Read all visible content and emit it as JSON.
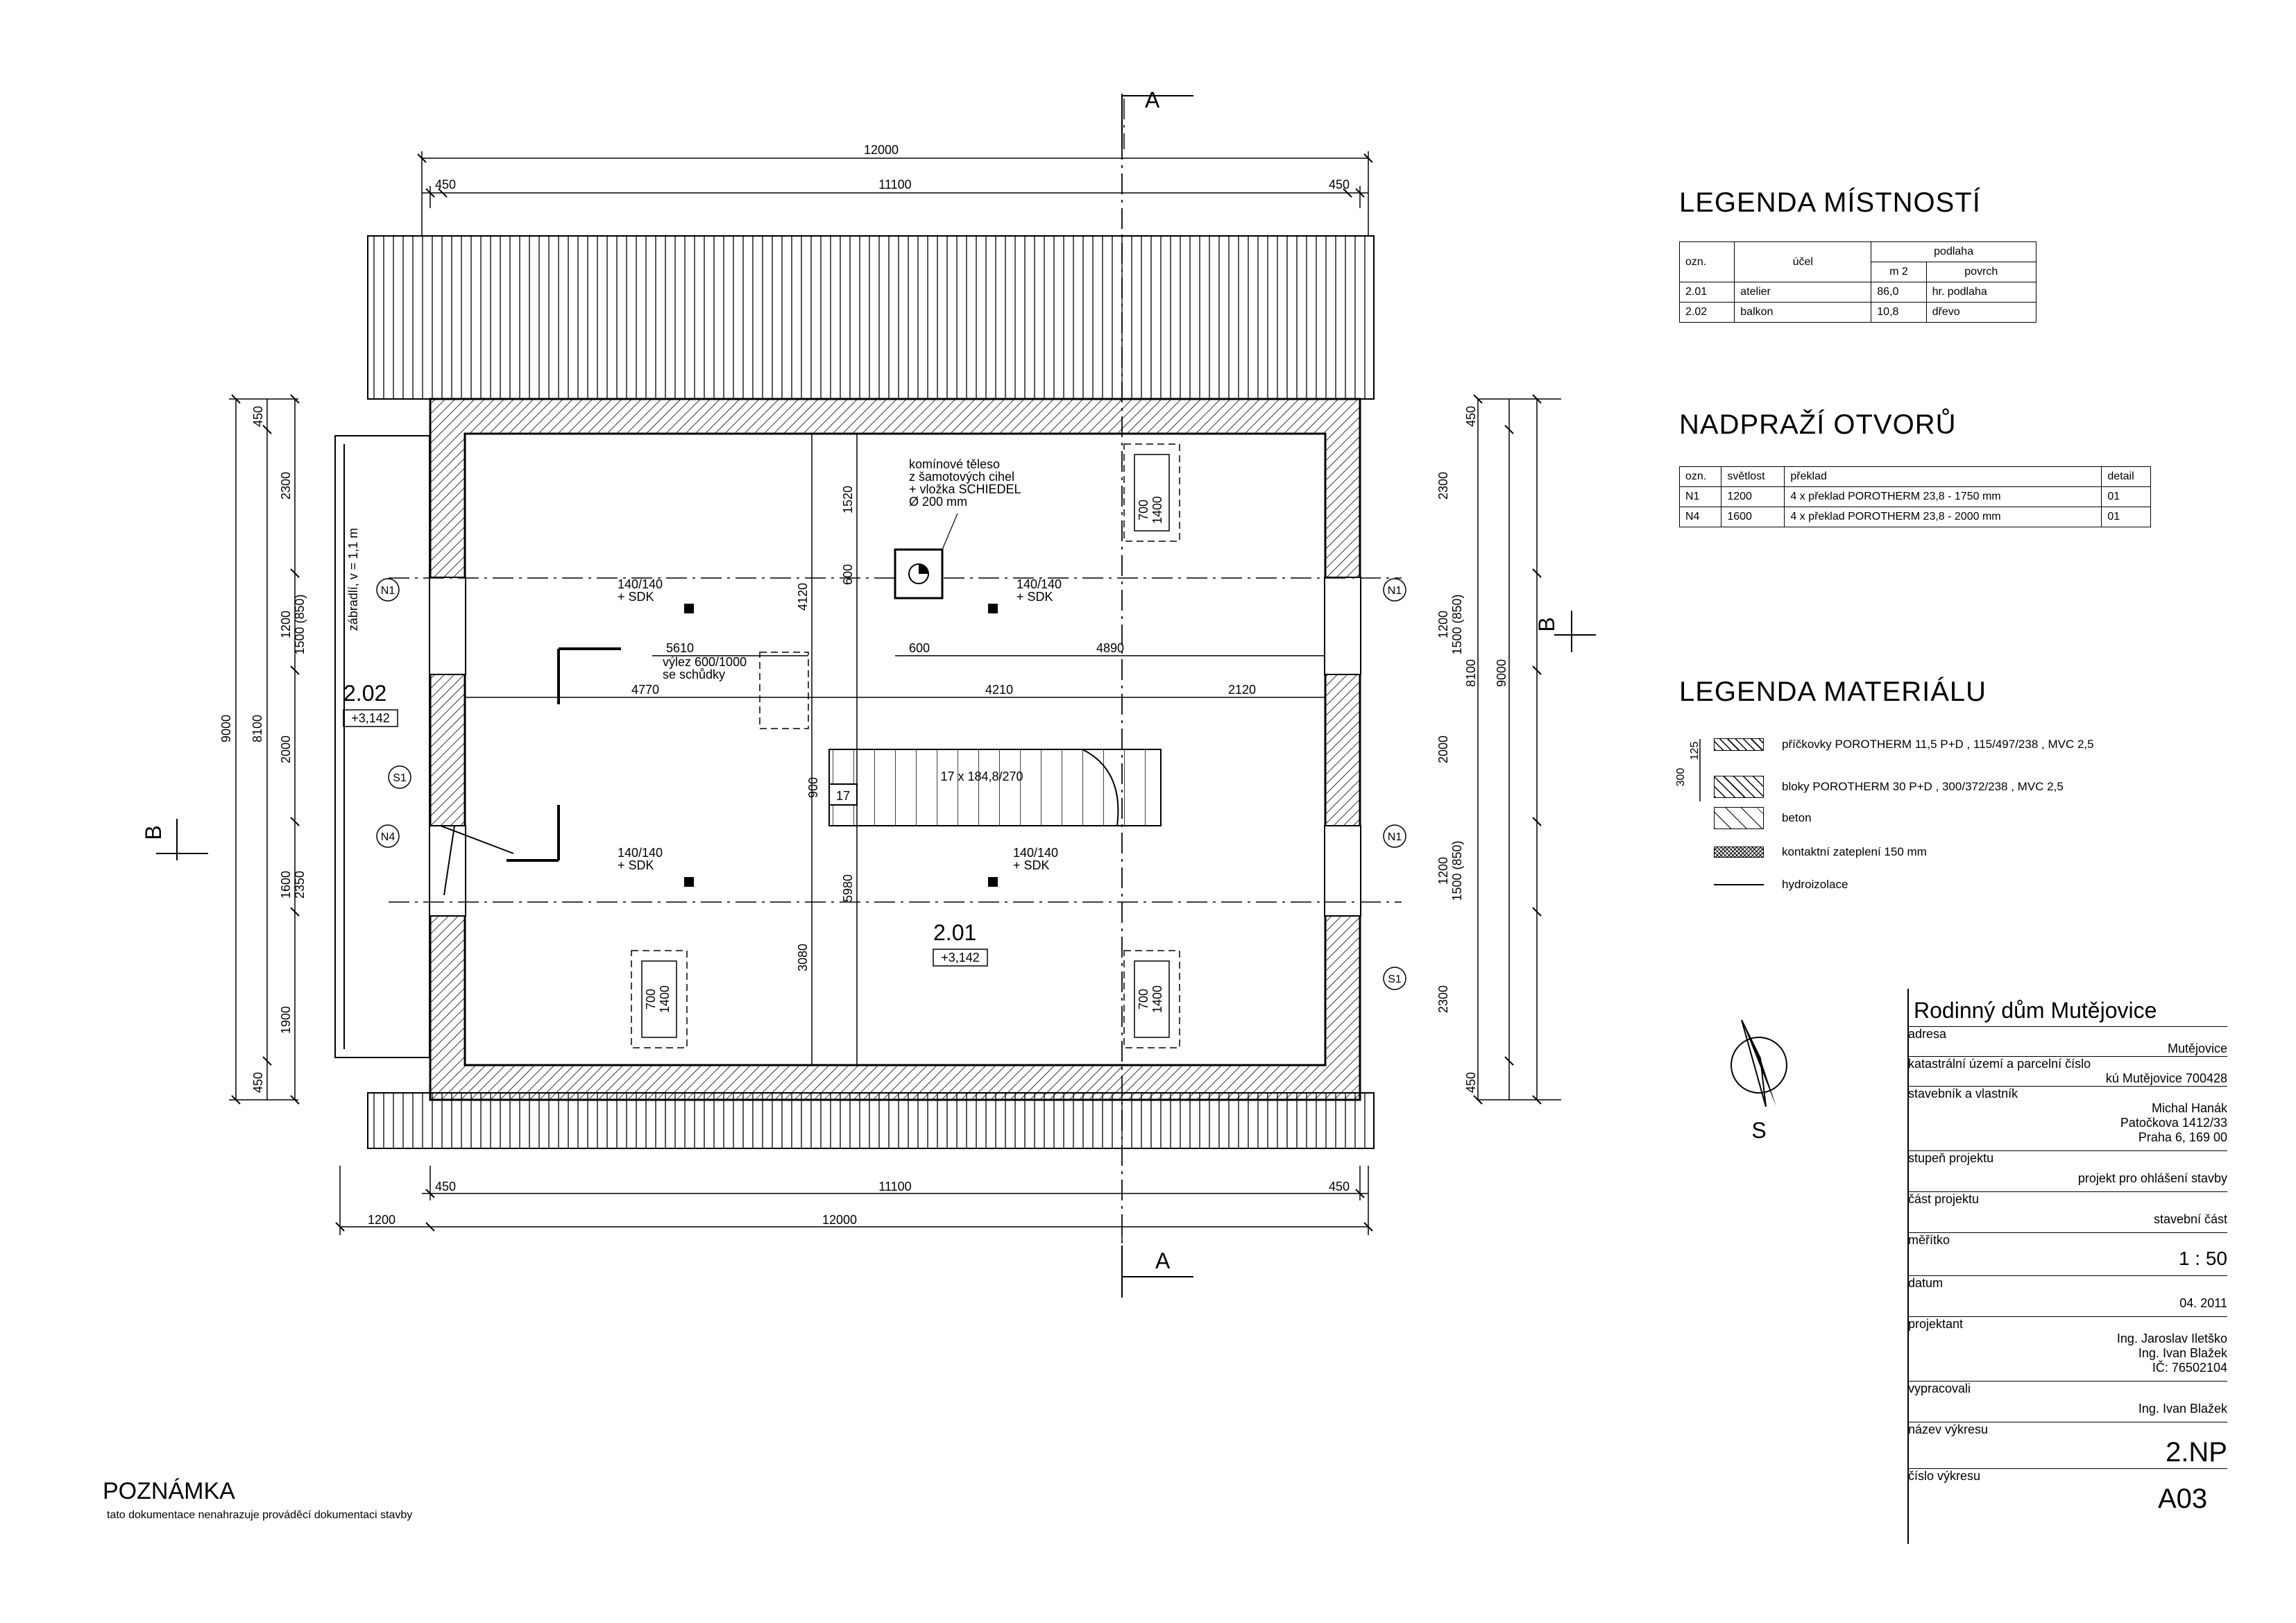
{
  "section_marks": {
    "a": "A",
    "b": "B"
  },
  "dims_top": {
    "overall": "12000",
    "left": "450",
    "mid": "11100",
    "right": "450"
  },
  "dims_bottom": {
    "left": "450",
    "mid": "11100",
    "right": "450",
    "overall": "12000",
    "offset": "1200"
  },
  "dims_left": {
    "overall": "9000",
    "inner": "8100",
    "top": "450",
    "a": "2300",
    "b": "1200",
    "b2": "1500 (850)",
    "c": "2000",
    "d": "1600",
    "d2": "2350",
    "e": "1900",
    "bottom": "450",
    "railing": "zábradlí, v = 1,1 m"
  },
  "dims_right": {
    "overall": "9000",
    "inner": "8100",
    "top": "450",
    "a": "2300",
    "b": "1200",
    "b2": "1500 (850)",
    "c": "2000",
    "d": "1200",
    "d2": "1500 (850)",
    "e": "2300",
    "bottom": "450"
  },
  "inner_dims": {
    "d1520": "1520",
    "d600": "600",
    "d4120": "4120",
    "d5610": "5610",
    "d4770": "4770",
    "d600h": "600",
    "d4890": "4890",
    "d4210": "4210",
    "d2120": "2120",
    "d900": "900",
    "d5980": "5980",
    "d3080": "3080",
    "stair": "17 x 184,8/270",
    "stair_n": "17"
  },
  "plan_labels": {
    "chimney": [
      "komínové těleso",
      "z šamotových cihel",
      "+ vložka SCHIEDEL",
      "Ø 200 mm"
    ],
    "hatch": [
      "výlez 600/1000",
      "se schůdky"
    ],
    "win": [
      "700",
      "1400"
    ],
    "sdk": [
      "140/140",
      "+ SDK"
    ],
    "tag_n1": "N1",
    "tag_n4": "N4",
    "tag_s1": "S1",
    "room1_num": "2.01",
    "room1_lvl": "+3,142",
    "room2_num": "2.02",
    "room2_lvl": "+3,142"
  },
  "legend_rooms": {
    "title": "LEGENDA MÍSTNOSTÍ",
    "h_ozn": "ozn.",
    "h_ucel": "účel",
    "h_podlaha": "podlaha",
    "h_m2": "m 2",
    "h_povrch": "povrch",
    "rows": [
      {
        "ozn": "2.01",
        "ucel": "atelier",
        "m2": "86,0",
        "povrch": "hr. podlaha"
      },
      {
        "ozn": "2.02",
        "ucel": "balkon",
        "m2": "10,8",
        "povrch": "dřevo"
      }
    ]
  },
  "lintels": {
    "title": "NADPRAŽÍ OTVORŮ",
    "h": [
      "ozn.",
      "světlost",
      "překlad",
      "detail"
    ],
    "rows": [
      [
        "N1",
        "1200",
        "4 x překlad POROTHERM 23,8 - 1750 mm",
        "01"
      ],
      [
        "N4",
        "1600",
        "4 x překlad POROTHERM 23,8 - 2000 mm",
        "01"
      ]
    ]
  },
  "materials": {
    "title": "LEGENDA MATERIÁLU",
    "dim125": "125",
    "dim300": "300",
    "items": [
      "příčkovky POROTHERM 11,5 P+D , 115/497/238 , MVC 2,5",
      "bloky POROTHERM 30 P+D , 300/372/238 , MVC 2,5",
      "beton",
      "kontaktní zateplení 150 mm",
      "hydroizolace"
    ]
  },
  "north": "S",
  "title_block": {
    "title": "Rodinný dům Mutějovice",
    "adresa_l": "adresa",
    "adresa_v": "Mutějovice",
    "kat_l": "katastrální území a parcelní číslo",
    "kat_v": "kú Mutějovice 700428",
    "stav_l": "stavebník a vlastník",
    "stav_v1": "Michal Hanák",
    "stav_v2": "Patočkova 1412/33",
    "stav_v3": "Praha 6, 169 00",
    "stupen_l": "stupeň projektu",
    "stupen_v": "projekt pro ohlášení stavby",
    "cast_l": "část projektu",
    "cast_v": "stavební část",
    "meritko_l": "měřítko",
    "meritko_v": "1 : 50",
    "datum_l": "datum",
    "datum_v": "04. 2011",
    "proj_l": "projektant",
    "proj_v1": "Ing. Jaroslav Iletško",
    "proj_v2": "Ing. Ivan Blažek",
    "proj_v3": "IČ: 76502104",
    "vyp_l": "vypracovali",
    "vyp_v": "Ing. Ivan Blažek",
    "nazev_l": "název výkresu",
    "nazev_v": "2.NP",
    "cislo_l": "číslo výkresu",
    "cislo_v": "A03"
  },
  "note": {
    "title": "POZNÁMKA",
    "text": "tato dokumentace nenahrazuje prováděcí dokumentaci stavby"
  }
}
